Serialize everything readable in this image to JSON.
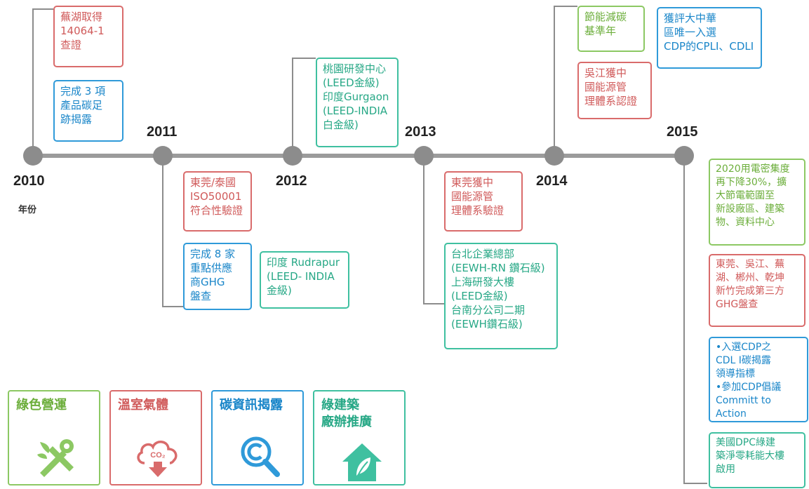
{
  "timeline": {
    "years": [
      "2010",
      "2011",
      "2012",
      "2013",
      "2014",
      "2015"
    ],
    "year_unit": "年份"
  },
  "events": {
    "e2010_a": "蕪湖取得\n14064-1\n查證",
    "e2010_b": "完成 3 項\n產品碳足\n跡揭露",
    "e2011_a": "東莞/泰國\nISO50001\n符合性驗證",
    "e2011_b": "完成 8 家\n重點供應\n商GHG\n盤查",
    "e2011_c": "印度 Rudrapur\n(LEED- INDIA\n金級)",
    "e2012_a": "桃園研發中心\n(LEED金級)\n印度Gurgaon\n(LEED-INDIA\n白金級)",
    "e2013_a": "東莞獲中\n國能源管\n理體系驗證",
    "e2013_b": "台北企業總部\n(EEWH-RN 鑽石級)\n上海研發大樓\n(LEED金級)\n台南分公司二期\n(EEWH鑽石級)",
    "e2014_a": "節能減碳\n基準年",
    "e2014_b": "吳江獲中\n國能源管\n理體系認證",
    "e2014_c": "獲評大中華\n區唯一入選\nCDP的CPLI、CDLI",
    "e2015_a": "2020用電密集度\n再下降30%，擴\n大節電範圍至\n新設廠區、建築\n物、資料中心",
    "e2015_b": "東莞、吳江、蕪\n湖、郴州、乾坤\n新竹完成第三方\nGHG盤查",
    "e2015_c": "•入選CDP之\nCDL I碳揭露\n領導指標\n•參加CDP倡議\nCommitt to Action",
    "e2015_d": "美國DPC綠建\n築淨零耗能大樓\n啟用"
  },
  "categories": [
    {
      "label": "綠色營運",
      "icon": "tools-leaf-icon",
      "color": "#8cc863"
    },
    {
      "label": "溫室氣體",
      "icon": "co2-cloud-icon",
      "color": "#d96b6b"
    },
    {
      "label": "碳資訊揭露",
      "icon": "magnifier-c-icon",
      "color": "#2f9ad9"
    },
    {
      "label": "綠建築\n廠辦推廣",
      "icon": "green-house-icon",
      "color": "#3fc0a0"
    }
  ],
  "colors": {
    "red": "#d96b6b",
    "blue": "#2f9ad9",
    "teal": "#3fc0a0",
    "green": "#8cc863",
    "timeline": "#8c8c8c"
  }
}
